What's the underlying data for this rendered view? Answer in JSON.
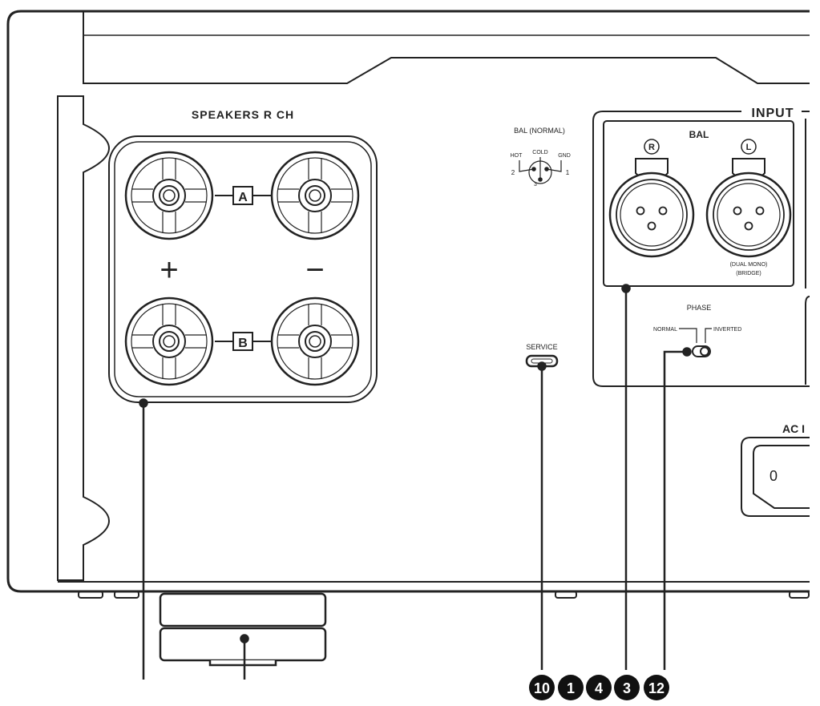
{
  "panel": {
    "speakers_title": "SPEAKERS R CH",
    "terminal_a": "A",
    "terminal_b": "B",
    "plus": "+",
    "minus": "−",
    "bal_normal_title": "BAL (NORMAL)",
    "pin_hot": "HOT",
    "pin_cold": "COLD",
    "pin_gnd": "GND",
    "pin_2": "2",
    "pin_3": "3",
    "pin_1": "1",
    "input_title": "INPUT",
    "bal_title": "BAL",
    "channel_r": "R",
    "channel_l": "L",
    "dual_mono": "(DUAL MONO)",
    "bridge": "(BRIDGE)",
    "phase_title": "PHASE",
    "phase_normal": "NORMAL",
    "phase_inverted": "INVERTED",
    "service_label": "SERVICE",
    "ac_label": "AC I",
    "ac_inlet_mark": "0"
  },
  "callouts": [
    "10",
    "1",
    "4",
    "3",
    "12"
  ]
}
